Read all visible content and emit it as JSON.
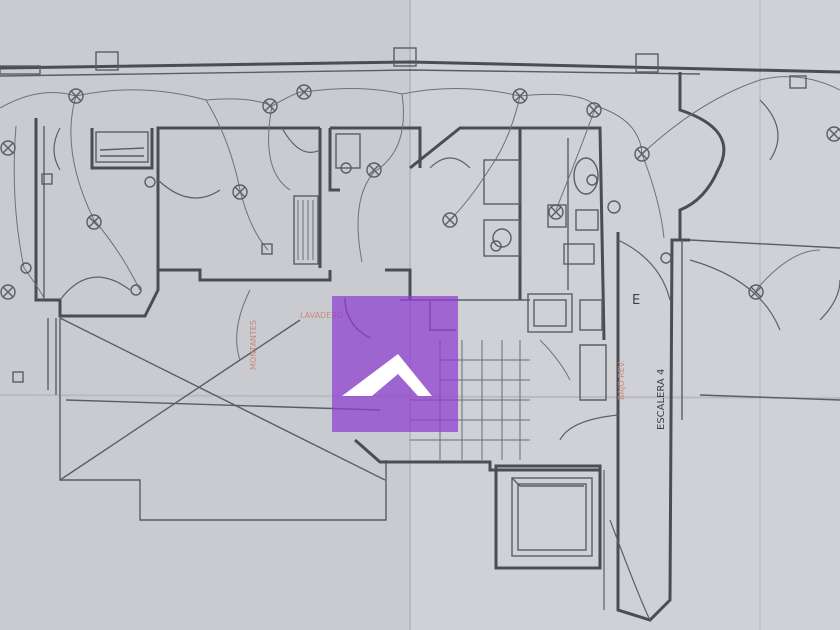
{
  "labels": {
    "montantes": "MONTANTES",
    "lavadero": "LAVADERO",
    "escalera": "ESCALERA 4",
    "letter_e": "E",
    "bajo_rev": "BAJO REV."
  },
  "watermark": {
    "color": "#8e3ccf",
    "icon": "house-roof-logo"
  },
  "colors": {
    "paper": "#c9cbd0",
    "paper_light": "#d3d5da",
    "walls": "#4a4d55",
    "annotation": "#c98a7c"
  }
}
